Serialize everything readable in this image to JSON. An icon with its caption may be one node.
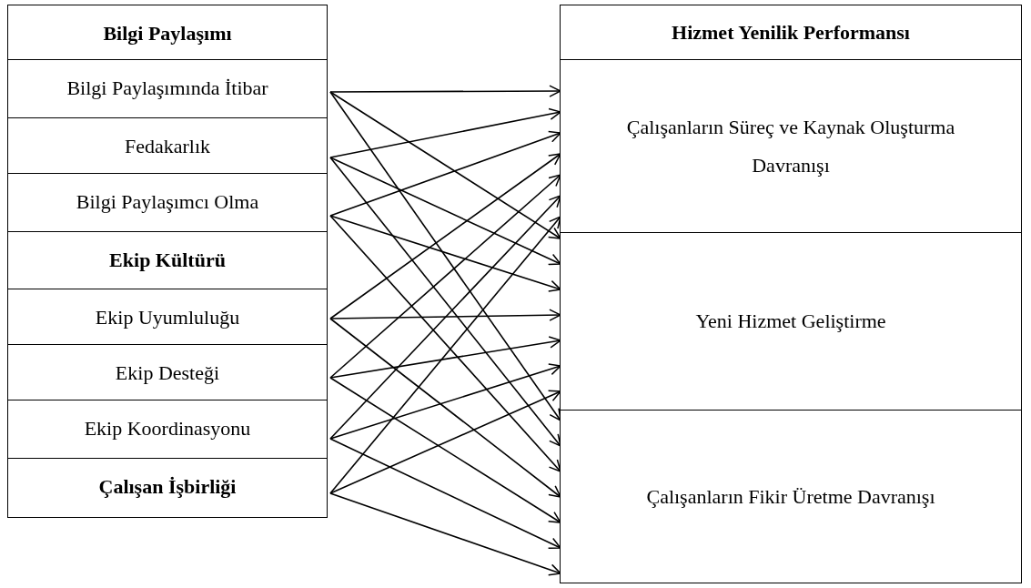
{
  "diagram": {
    "nodes": [
      {
        "text": [
          "Bilgi Paylaşımı"
        ]
      },
      {
        "text": [
          "Bilgi Paylaşımında İtibar"
        ]
      },
      {
        "text": [
          "Fedakarlık"
        ]
      },
      {
        "text": [
          "Bilgi Paylaşımcı Olma"
        ]
      },
      {
        "text": [
          "Ekip Kültürü"
        ]
      },
      {
        "text": [
          "Ekip Uyumluluğu"
        ]
      },
      {
        "text": [
          "Ekip Desteği"
        ]
      },
      {
        "text": [
          "Ekip Koordinasyonu"
        ]
      },
      {
        "text": [
          "Çalışan İşbirliği"
        ]
      },
      {
        "text": [
          "Hizmet Yenilik Performansı"
        ]
      },
      {
        "text": [
          "Çalışanların Süreç ve Kaynak Oluşturma Davranışı"
        ]
      },
      {
        "text": [
          "Yeni Hizmet Geliştirme"
        ]
      },
      {
        "text": [
          "Çalışanların Fikir Üretme Davranışı"
        ]
      }
    ],
    "edges": [
      {
        "from": 1,
        "to": 10,
        "arrow": "to"
      },
      {
        "from": 1,
        "to": 11,
        "arrow": "to"
      },
      {
        "from": 1,
        "to": 12,
        "arrow": "to"
      },
      {
        "from": 2,
        "to": 10,
        "arrow": "to"
      },
      {
        "from": 2,
        "to": 11,
        "arrow": "to"
      },
      {
        "from": 2,
        "to": 12,
        "arrow": "to"
      },
      {
        "from": 3,
        "to": 10,
        "arrow": "to"
      },
      {
        "from": 3,
        "to": 11,
        "arrow": "to"
      },
      {
        "from": 3,
        "to": 12,
        "arrow": "to"
      },
      {
        "from": 5,
        "to": 10,
        "arrow": "to"
      },
      {
        "from": 5,
        "to": 11,
        "arrow": "to"
      },
      {
        "from": 5,
        "to": 12,
        "arrow": "to"
      },
      {
        "from": 6,
        "to": 10,
        "arrow": "to"
      },
      {
        "from": 6,
        "to": 11,
        "arrow": "to"
      },
      {
        "from": 6,
        "to": 12,
        "arrow": "to"
      },
      {
        "from": 7,
        "to": 10,
        "arrow": "to"
      },
      {
        "from": 7,
        "to": 11,
        "arrow": "to"
      },
      {
        "from": 7,
        "to": 12,
        "arrow": "to"
      },
      {
        "from": 8,
        "to": 10,
        "arrow": "to"
      },
      {
        "from": 8,
        "to": 11,
        "arrow": "to"
      },
      {
        "from": 8,
        "to": 12,
        "arrow": "to"
      }
    ]
  }
}
